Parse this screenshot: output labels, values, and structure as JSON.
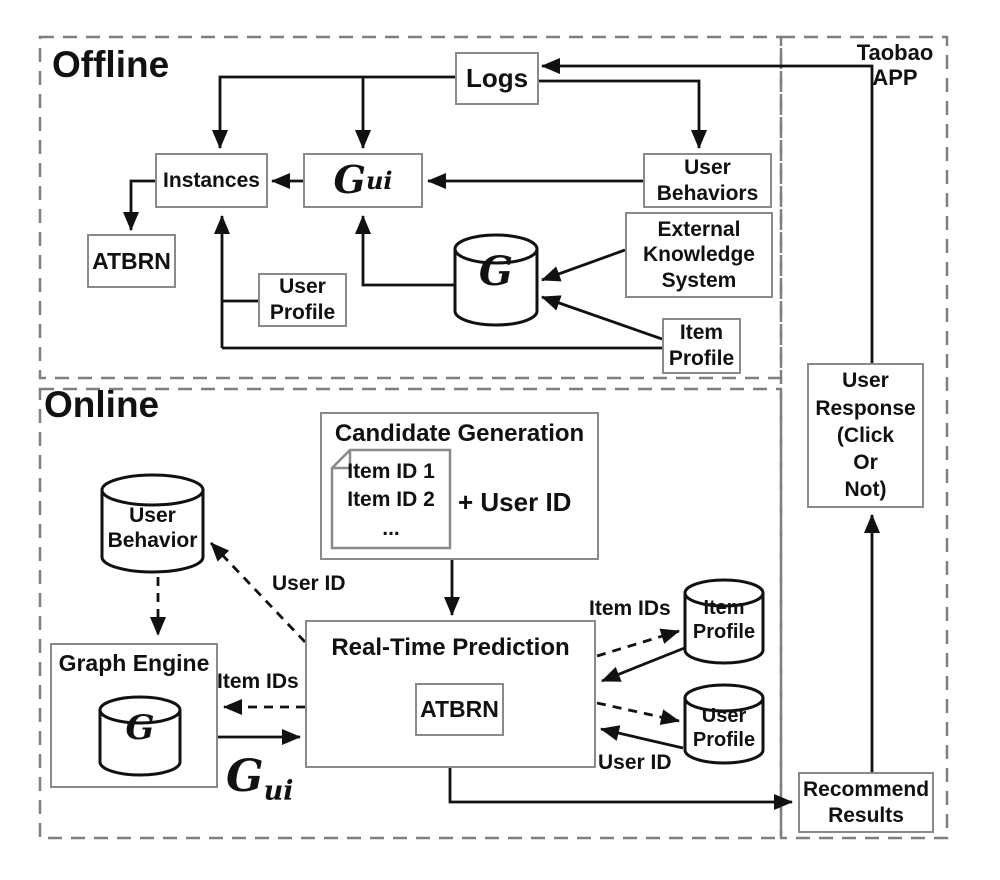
{
  "regions": {
    "offline_label": "Offline",
    "online_label": "Online",
    "taobao_app_label": "Taobao\nAPP"
  },
  "offline": {
    "logs": "Logs",
    "instances": "Instances",
    "gui_symbol": "G",
    "gui_sub": "ui",
    "user_behaviors": "User\nBehaviors",
    "atbrn": "ATBRN",
    "user_profile": "User\nProfile",
    "external_knowledge": "External\nKnowledge\nSystem",
    "item_profile": "Item\nProfile",
    "graph_db_symbol": "G"
  },
  "online": {
    "candidate_generation_title": "Candidate Generation",
    "candidate_items": "Item ID 1\nItem ID 2\n...",
    "plus_user_id": "+ User ID",
    "user_behavior_db": "User\nBehavior",
    "graph_engine_title": "Graph Engine",
    "graph_db_symbol": "G",
    "realtime_prediction_title": "Real-Time Prediction",
    "atbrn": "ATBRN",
    "item_profile_db": "Item\nProfile",
    "user_profile_db": "User\nProfile",
    "gui_symbol": "G",
    "gui_sub": "ui",
    "labels": {
      "user_id_top": "User ID",
      "item_ids_left": "Item IDs",
      "item_ids_right": "Item IDs",
      "user_id_bottom": "User ID"
    }
  },
  "taobao": {
    "user_response": "User\nResponse\n(Click\nOr\nNot)",
    "recommend_results": "Recommend\nResults"
  },
  "colors": {
    "background": "#ffffff",
    "box_border": "#8a8a8a",
    "region_border": "#7f7f7f",
    "line": "#111111",
    "text": "#111111"
  }
}
